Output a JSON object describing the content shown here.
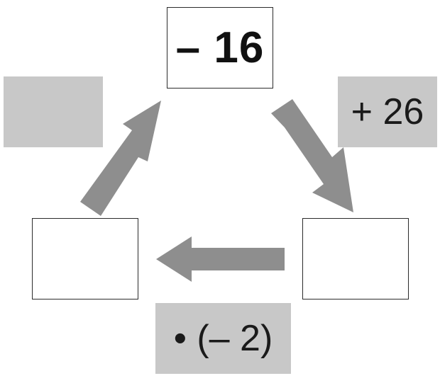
{
  "diagram": {
    "top_value": "– 16",
    "left_value": "",
    "right_value": "",
    "op_top_right": "+ 26",
    "op_bottom": "• (– 2)",
    "op_top_left": ""
  },
  "colors": {
    "arrow": "#8e8e8e",
    "operation_box": "#c8c8c8",
    "box_border": "#2b2b2b"
  }
}
